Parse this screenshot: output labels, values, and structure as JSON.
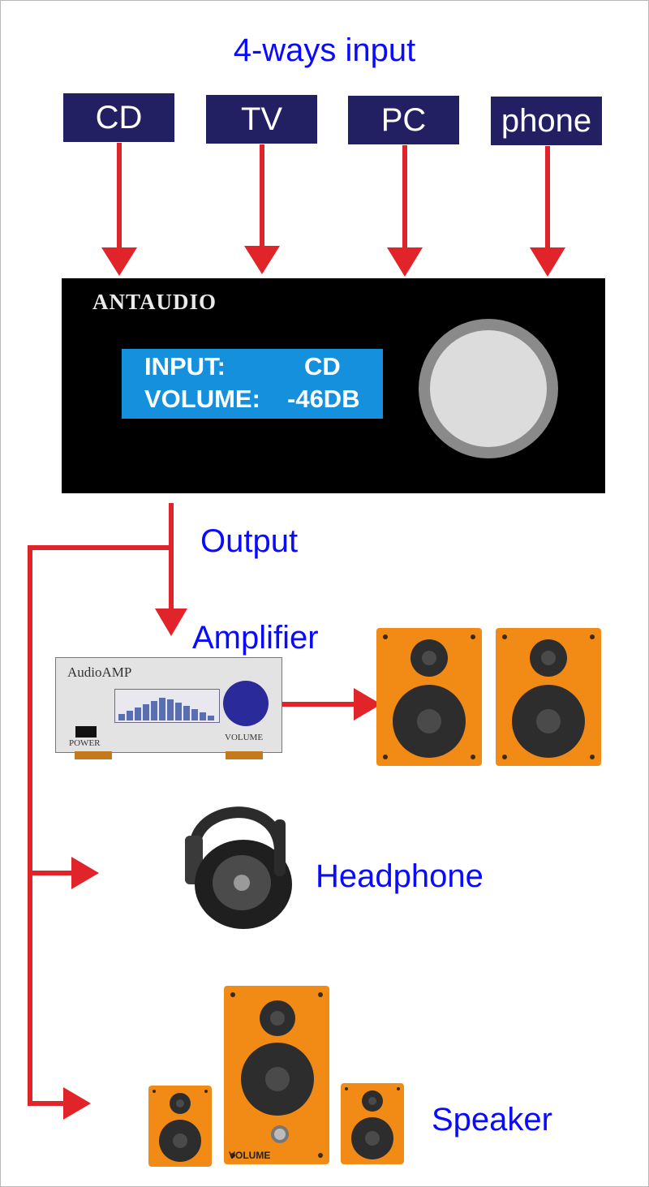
{
  "title": "4-ways input",
  "inputs": [
    "CD",
    "TV",
    "PC",
    "phone"
  ],
  "device": {
    "brand": "ANTAUDIO",
    "display": {
      "input_label": "INPUT:",
      "input_value": "CD",
      "volume_label": "VOLUME:",
      "volume_value": "-46DB"
    }
  },
  "output_label": "Output",
  "outputs": {
    "amplifier": "Amplifier",
    "headphone": "Headphone",
    "speaker": "Speaker"
  },
  "amp": {
    "title": "AudioAMP",
    "power_label": "POWER",
    "volume_label": "VOLUME"
  },
  "speaker_volume_label": "VOLUME",
  "colors": {
    "title_blue": "#0a0aff",
    "input_box": "#221f63",
    "arrow_red": "#e0242a",
    "lcd_blue": "#1490dc",
    "speaker_orange": "#f28b16"
  }
}
